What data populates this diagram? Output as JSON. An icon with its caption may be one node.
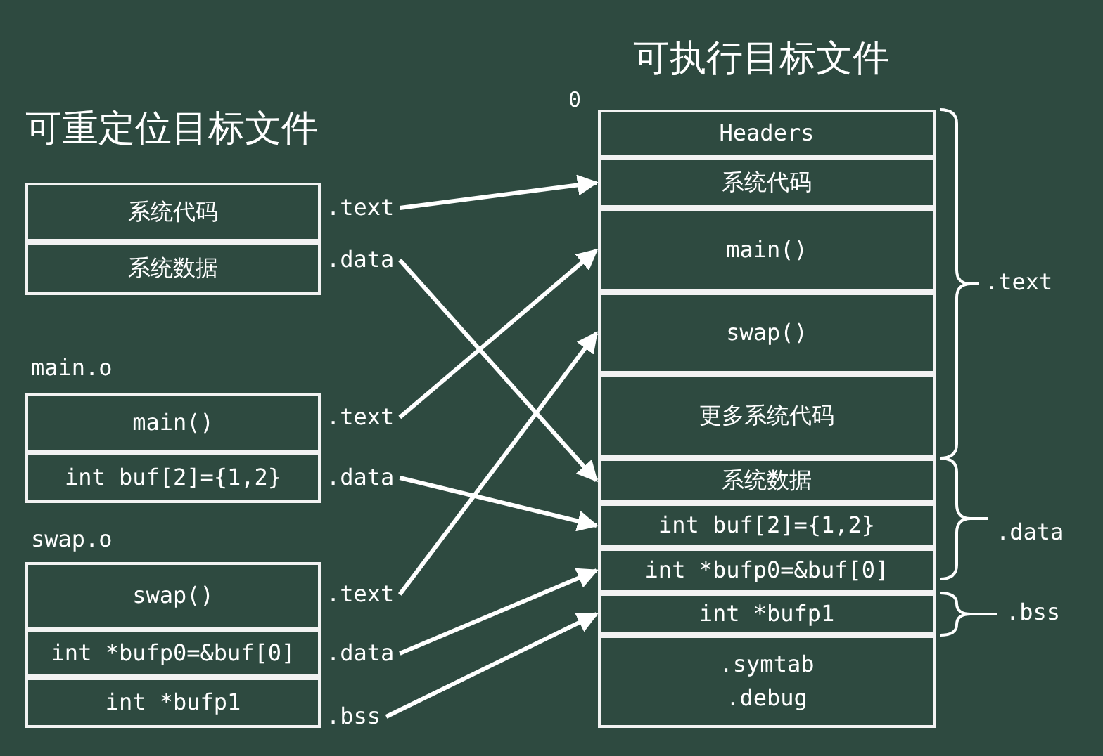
{
  "diagram": {
    "nodes": [
      {
        "text": [
          "系统代码"
        ]
      },
      {
        "text": [
          "系统数据"
        ]
      },
      {
        "text": [
          "main()"
        ]
      },
      {
        "text": [
          "int buf[2]={1,2}"
        ]
      },
      {
        "text": [
          "swap()"
        ]
      },
      {
        "text": [
          "int *bufp0=&buf[0]"
        ]
      },
      {
        "text": [
          "int *bufp1"
        ]
      },
      {
        "text": [
          ".text"
        ]
      },
      {
        "text": [
          ".data"
        ]
      },
      {
        "text": [
          ".text"
        ]
      },
      {
        "text": [
          ".data"
        ]
      },
      {
        "text": [
          ".text"
        ]
      },
      {
        "text": [
          ".data"
        ]
      },
      {
        "text": [
          ".bss"
        ]
      },
      {
        "text": [
          "Headers"
        ]
      },
      {
        "text": [
          "系统代码"
        ]
      },
      {
        "text": [
          "main()"
        ]
      },
      {
        "text": [
          "swap()"
        ]
      },
      {
        "text": [
          "更多系统代码"
        ]
      },
      {
        "text": [
          "系统数据"
        ]
      },
      {
        "text": [
          "int buf[2]={1,2}"
        ]
      },
      {
        "text": [
          "int *bufp0=&buf[0]"
        ]
      },
      {
        "text": [
          "int *bufp1"
        ]
      },
      {
        "text": [
          ".symtab",
          ".debug"
        ]
      }
    ],
    "edges": [
      {
        "from": 7,
        "to": 15,
        "arrow": "to"
      },
      {
        "from": 8,
        "to": 19,
        "arrow": "to"
      },
      {
        "from": 9,
        "to": 16,
        "arrow": "to"
      },
      {
        "from": 10,
        "to": 20,
        "arrow": "to"
      },
      {
        "from": 11,
        "to": 17,
        "arrow": "to"
      },
      {
        "from": 12,
        "to": 21,
        "arrow": "to"
      },
      {
        "from": 13,
        "to": 22,
        "arrow": "to"
      }
    ],
    "labels": [
      "可执行目标文件",
      "可重定位目标文件",
      "0",
      ".text",
      "main.o",
      ".data",
      "swap.o",
      ".bss"
    ]
  }
}
